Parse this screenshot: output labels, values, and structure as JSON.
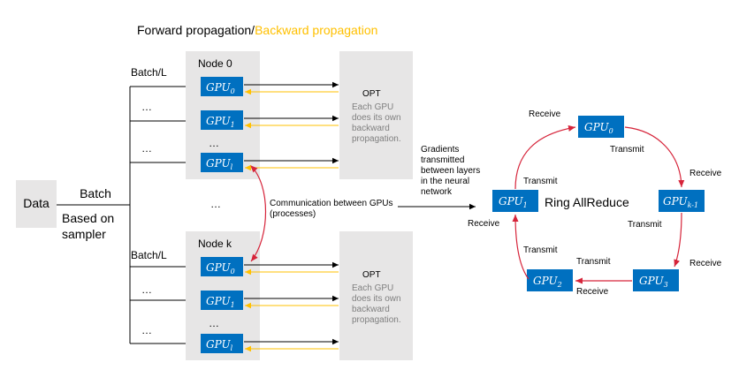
{
  "title": {
    "forward": "Forward propagation/",
    "backward": "Backward propagation"
  },
  "colors": {
    "gpu": "#0070c0",
    "panel": "#e7e6e6",
    "backward": "#ffc000",
    "ring": "#d6243a",
    "line": "#000000"
  },
  "data_box": {
    "label": "Data"
  },
  "batch": {
    "label": "Batch",
    "sampler_line1": "Based on",
    "sampler_line2": "sampler"
  },
  "node0": {
    "title": "Node 0",
    "batch_label": "Batch/L",
    "dots": "…",
    "gpus": [
      {
        "base": "GPU",
        "sub": "0"
      },
      {
        "base": "GPU",
        "sub": "1"
      },
      {
        "base": "GPU",
        "sub": "l"
      }
    ]
  },
  "nodek": {
    "title": "Node k",
    "batch_label": "Batch/L",
    "dots": "…",
    "gpus": [
      {
        "base": "GPU",
        "sub": "0"
      },
      {
        "base": "GPU",
        "sub": "1"
      },
      {
        "base": "GPU",
        "sub": "l"
      }
    ]
  },
  "opt": {
    "title": "OPT",
    "desc": [
      "Each GPU",
      "does its own",
      "backward",
      "propagation."
    ]
  },
  "middle": {
    "dots": "…",
    "comm_line1": "Communication between GPUs",
    "comm_line2": "(processes)"
  },
  "gradients": [
    "Gradients",
    "transmitted",
    "between layers",
    "in the neural",
    "network"
  ],
  "ring": {
    "title": "Ring AllReduce",
    "gpus": [
      {
        "base": "GPU",
        "sub": "0"
      },
      {
        "base": "GPU",
        "sub": "k-1"
      },
      {
        "base": "GPU",
        "sub": "3"
      },
      {
        "base": "GPU",
        "sub": "2"
      },
      {
        "base": "GPU",
        "sub": "1"
      }
    ],
    "receive": "Receive",
    "transmit": "Transmit"
  }
}
